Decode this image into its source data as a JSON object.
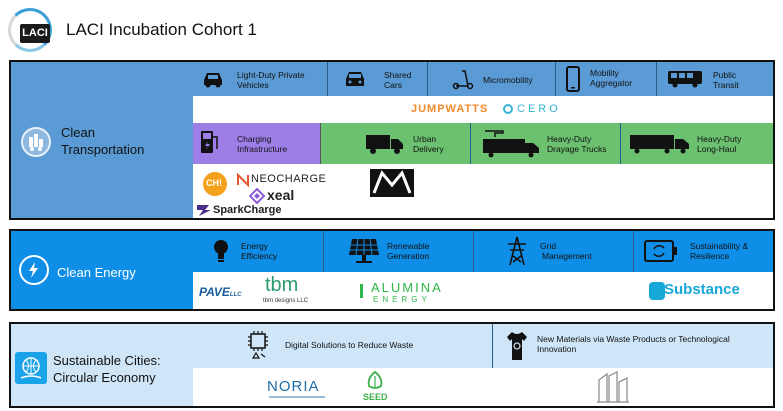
{
  "header": {
    "logo_text": "LACI",
    "title": "LACI Incubation Cohort 1"
  },
  "transport": {
    "label": [
      "Clean",
      "Transportation"
    ],
    "categories": [
      {
        "label": [
          "Light-Duty Private",
          "Vehicles"
        ],
        "icon": "car-icon"
      },
      {
        "label": [
          "Shared",
          "Cars"
        ],
        "icon": "car-front-icon"
      },
      {
        "label": [
          "Micromobility"
        ],
        "icon": "scooter-icon"
      },
      {
        "label": [
          "Mobility",
          "Aggregator"
        ],
        "icon": "phone-icon"
      },
      {
        "label": [
          "Public",
          "Transit"
        ],
        "icon": "bus-icon"
      }
    ],
    "brands_row1": [
      "JUMPWATTS",
      "CERO"
    ],
    "categories2": [
      {
        "label": [
          "Charging",
          "Infrastructure"
        ],
        "icon": "charger-icon"
      },
      {
        "label": [
          "Urban",
          "Delivery"
        ],
        "icon": "box-truck-icon"
      },
      {
        "label": [
          "Heavy-Duty",
          "Drayage Trucks"
        ],
        "icon": "drayage-truck-icon"
      },
      {
        "label": [
          "Heavy-Duty",
          "Long-Haul"
        ],
        "icon": "semi-truck-icon"
      }
    ],
    "brands_row2": {
      "chi": "CH!",
      "neocharge": "NEOCHARGE",
      "xeal": "xeal",
      "sparkcharge": "SparkCharge"
    }
  },
  "energy": {
    "label": "Clean Energy",
    "categories": [
      {
        "label": [
          "Energy",
          "Efficiency"
        ],
        "icon": "bulb-icon"
      },
      {
        "label": [
          "Renewable",
          "Generation"
        ],
        "icon": "solar-panel-icon"
      },
      {
        "label": [
          "Grid",
          "Management"
        ],
        "icon": "tower-icon"
      },
      {
        "label": [
          "Sustainability &",
          "Resilience"
        ],
        "icon": "battery-cycle-icon"
      }
    ],
    "brands": {
      "pave": "PAVE",
      "pave_suffix": "LLC",
      "tbm": "tbm",
      "tbm_sub": "tbm designs LLC",
      "alumina1": "ALUMINA",
      "alumina2": "ENERGY",
      "substance": "Substance"
    }
  },
  "cities": {
    "label": [
      "Sustainable Cities:",
      "Circular Economy"
    ],
    "categories": [
      {
        "label": [
          "Digital Solutions to Reduce Waste"
        ],
        "icon": "chip-recycle-icon"
      },
      {
        "label": [
          "New Materials via Waste Products or Technological",
          "Innovation"
        ],
        "icon": "shirt-icon"
      }
    ],
    "brands": {
      "noria": "NORIA",
      "seed": "SEED"
    }
  },
  "colors": {
    "blue": "#5b9bd5",
    "light_blue": "#bdd7ee",
    "purple": "#9d7ee6",
    "green": "#6cc170",
    "bright_blue": "#0f8ee8",
    "pale_blue": "#cfe6f8"
  }
}
